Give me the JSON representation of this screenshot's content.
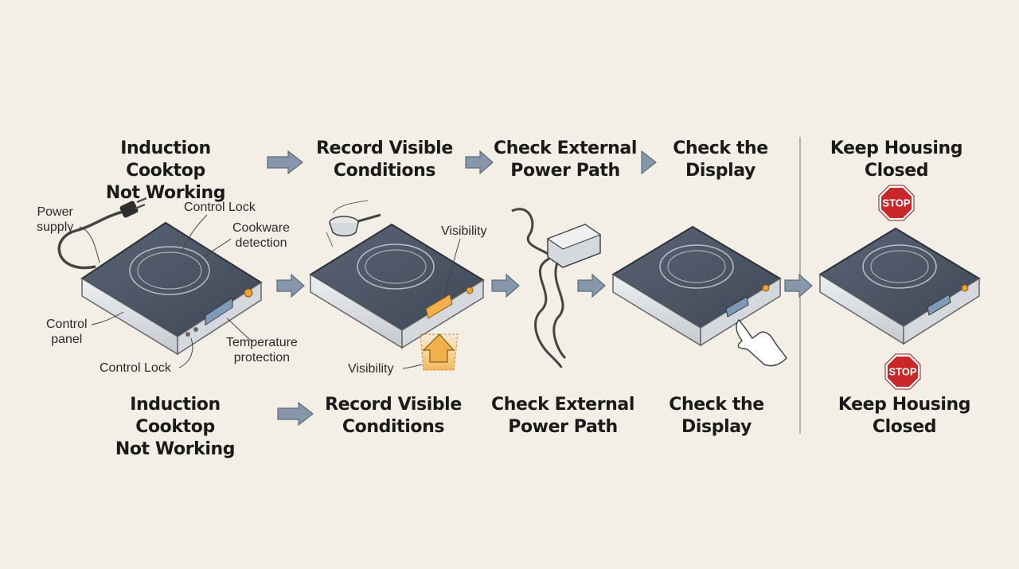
{
  "top_row": {
    "step1": "Induction Cooktop\nNot Working",
    "step2": "Record Visible\nConditions",
    "step3": "Check External\nPower Path",
    "step4": "Check the\nDisplay",
    "step5": "Keep Housing\nClosed"
  },
  "bottom_row": {
    "step1": "Induction Cooktop\nNot Working",
    "step2": "Record Visible\nConditions",
    "step3": "Check External\nPower Path",
    "step4": "Check the\nDisplay",
    "step5": "Keep Housing\nClosed"
  },
  "callouts": {
    "power_supply": "Power\nsupply",
    "control_lock_top": "Control Lock",
    "cookware_detection": "Cookware\ndetection",
    "control_panel": "Control\npanel",
    "control_lock_bottom": "Control Lock",
    "temperature_protection": "Temperature\nprotection",
    "visibility_top": "Visibility",
    "visibility_bottom": "Visibility"
  },
  "stop_sign": {
    "label": "STOP",
    "color": "#c8282a"
  },
  "colors": {
    "background": "#f3efe6",
    "arrow": "#8796aa",
    "cooktop_surface": "#4b5565",
    "highlight": "#f2b04a"
  }
}
